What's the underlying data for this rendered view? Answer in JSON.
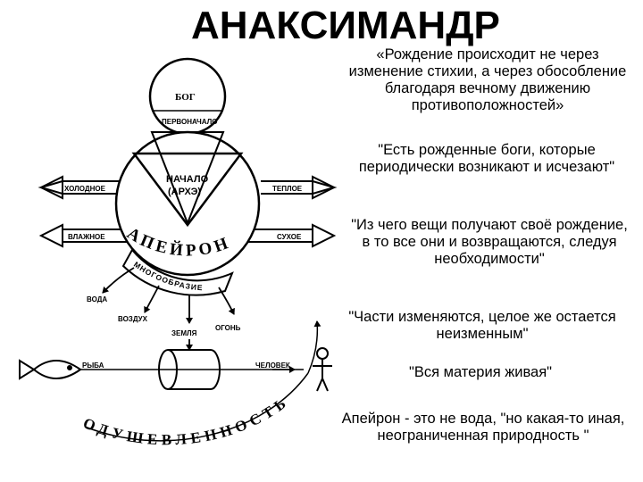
{
  "title": "АНАКСИМАНДР",
  "quotes": [
    "«Рождение происходит не через изменение стихии, а через обособление благодаря вечному движению противоположностей»",
    "\"Есть рожденные боги, которые периодически возникают и исчезают\"",
    "\"Из чего вещи получают своё рождение, в то все они и возвращаются, следуя необходимости\"",
    "\"Части изменяются, целое же остается неизменным\"",
    "\"Вся материя живая\"",
    "Апейрон - это не вода, \"но какая-то иная, неограниченная природность \""
  ],
  "diagram": {
    "god": "БОГ",
    "first_principle": "ПЕРВОНАЧАЛО",
    "beginning_line1": "НАЧАЛО",
    "beginning_line2": "(АРХЭ)",
    "apeiron": "АПЕЙРОН",
    "diversity": "МНОГООБРАЗИЕ",
    "cold": "ХОЛОДНОЕ",
    "warm": "ТЕПЛОЕ",
    "wet": "ВЛАЖНОЕ",
    "dry": "СУХОЕ",
    "water": "ВОДА",
    "air": "ВОЗДУХ",
    "earth": "ЗЕМЛЯ",
    "fire": "ОГОНЬ",
    "fish": "РЫБА",
    "human": "ЧЕЛОВЕК",
    "animation": "ОДУШЕВЛЕННОСТЬ"
  }
}
